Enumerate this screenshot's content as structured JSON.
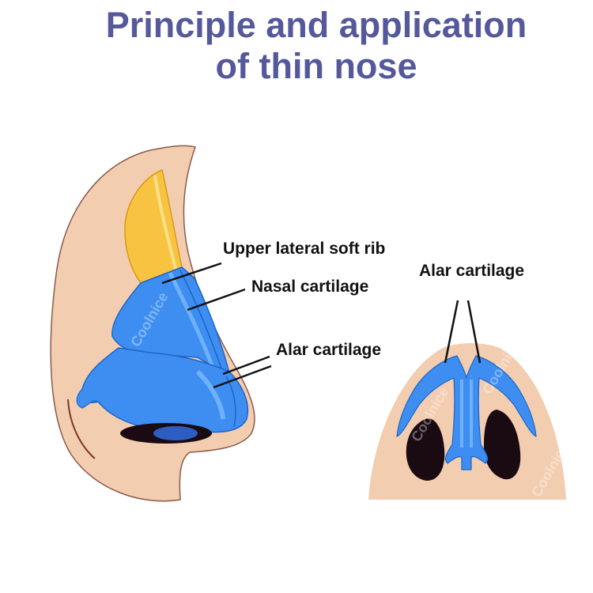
{
  "title": {
    "line1": "Principle and application",
    "line2": "of thin nose"
  },
  "labels": {
    "upper_lateral": "Upper lateral soft rib",
    "nasal_cartilage": "Nasal cartilage",
    "alar_cartilage_side": "Alar cartilage",
    "alar_cartilage_front": "Alar cartilage"
  },
  "watermark": "Coolnice",
  "colors": {
    "title": "#55599b",
    "skin": "#f3cdb0",
    "cartilage_blue": "#3d8ef0",
    "bone_yellow": "#f7c341",
    "nostril": "#1a0a12",
    "outline": "#8a5a4a"
  }
}
